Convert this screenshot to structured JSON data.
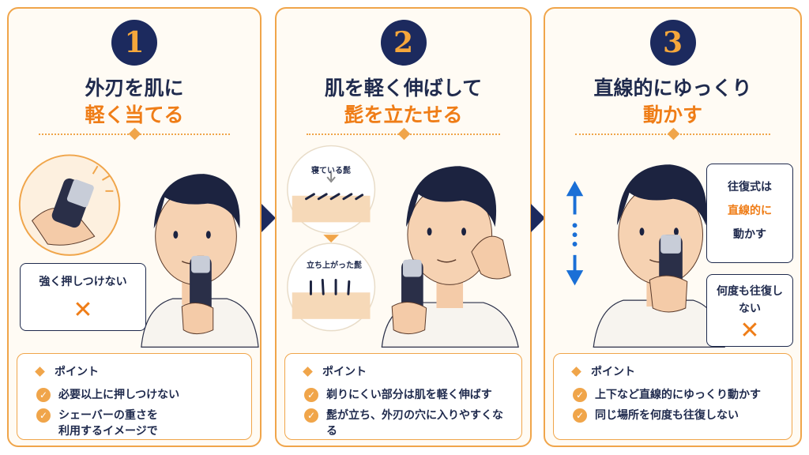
{
  "steps": [
    {
      "number": "1",
      "title_line1": "外刃を肌に",
      "title_line2": "軽く当てる",
      "bubble": "強く押しつけない",
      "x_mark": "✕",
      "point_heading": "ポイント",
      "points": [
        "必要以上に押しつけない",
        "シェーバーの重さを\n利用するイメージで"
      ]
    },
    {
      "number": "2",
      "title_line1": "肌を軽く伸ばして",
      "title_line2": "髭を立たせる",
      "label_sleeping": "寝ている髭",
      "label_standing": "立ち上がった髭",
      "point_heading": "ポイント",
      "points": [
        "剃りにくい部分は肌を軽く伸ばす",
        "髭が立ち、外刃の穴に入りやすくなる"
      ]
    },
    {
      "number": "3",
      "title_line1": "直線的にゆっくり",
      "title_line2": "動かす",
      "bubble_a_line1": "往復式は",
      "bubble_a_line2": "直線的に",
      "bubble_a_line3": "動かす",
      "bubble_b": "何度も往復しない",
      "x_mark": "✕",
      "point_heading": "ポイント",
      "points": [
        "上下など直線的にゆっくり動かす",
        "同じ場所を何度も往復しない"
      ]
    }
  ],
  "check_glyph": "✓",
  "colors": {
    "navy": "#1c2a5e",
    "orange": "#ef7d17",
    "border": "#f0a54a",
    "blue_arrow": "#1a6fd6"
  }
}
